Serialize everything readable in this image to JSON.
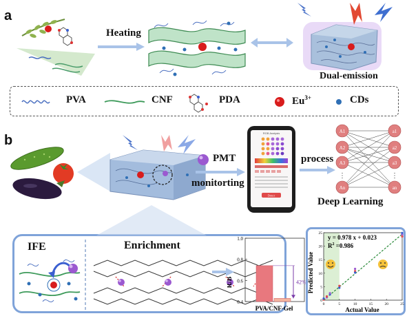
{
  "panels": {
    "a": "a",
    "b": "b"
  },
  "panel_a": {
    "heating_label": "Heating",
    "dual_emission_label": "Dual-emission"
  },
  "legend": {
    "pva": "PVA",
    "cnf": "CNF",
    "pda": "PDA",
    "eu_base": "Eu",
    "eu_sup": "3+",
    "cds": "CDs"
  },
  "panel_b": {
    "pmt_label": "PMT",
    "monitoring_label": "monitorting",
    "process_label": "process",
    "deep_learning_label": "Deep Learning",
    "ife_label": "IFE",
    "enrichment_label": "Enrichment",
    "phone_title": "RGB Analysis",
    "phone_button": "Detect"
  },
  "neural_net": {
    "inputs": [
      "A1",
      "A2",
      "A3",
      "An"
    ],
    "outputs": [
      "a1",
      "a2",
      "a3",
      "an"
    ],
    "ellipsis": "⋮"
  },
  "colors": {
    "ring_blue": "#7fa3d9",
    "bar_pink": "#e8787e",
    "line_green": "#2a8a3a",
    "cd_blue": "#2f6fb5",
    "eu_red": "#d81c1c",
    "pmt_purple": "#9b59d0",
    "net_node": "#e07f7f"
  },
  "chart_data": [
    {
      "type": "bar",
      "ylabel": "R/B",
      "categories": [
        "PVA/CNF-Gel"
      ],
      "values": [
        0.74,
        0.43
      ],
      "ylim": [
        0.4,
        1.0
      ],
      "yticks": [
        0.4,
        0.6,
        0.8,
        1.0
      ],
      "annotation": "42%"
    },
    {
      "type": "scatter",
      "xlabel": "Actual Value",
      "ylabel": "Predicted Value",
      "equation": "y = 0.978 x + 0.023",
      "r2_base": "R",
      "r2_sup": "2",
      "r2_value": " =0.986",
      "xlim": [
        0,
        25
      ],
      "ylim": [
        0,
        25
      ],
      "xticks": [
        0,
        5,
        10,
        15,
        20,
        25
      ],
      "yticks": [
        0,
        5,
        10,
        15,
        20,
        25
      ],
      "fit": {
        "slope": 0.978,
        "intercept": 0.023
      },
      "x": [
        0,
        0,
        1,
        1,
        2,
        2,
        5,
        5,
        10,
        10,
        10,
        25,
        25,
        25
      ],
      "y": [
        0.2,
        0.6,
        1.0,
        1.4,
        2.1,
        2.6,
        5.3,
        4.6,
        11.6,
        10.8,
        10.2,
        24.3,
        23.6,
        24.9
      ]
    }
  ]
}
